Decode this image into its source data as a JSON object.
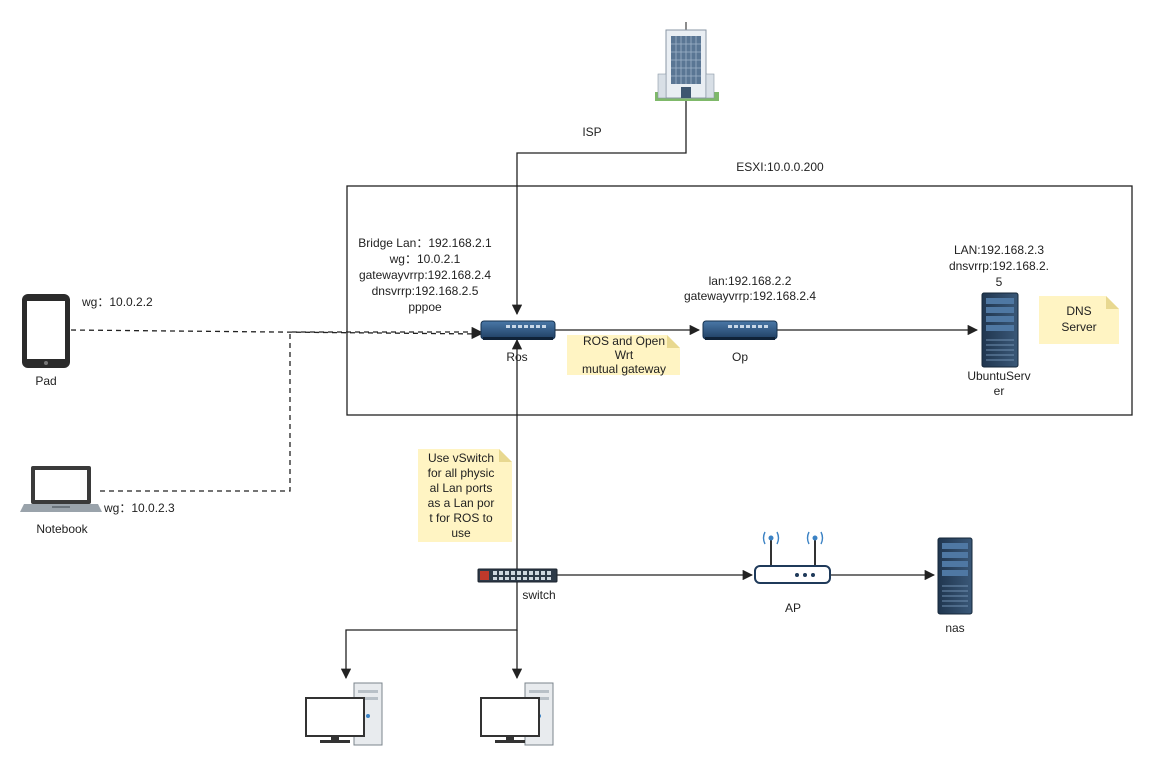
{
  "isp": {
    "label": "ISP"
  },
  "esxi": {
    "label": "ESXI:10.0.0.200"
  },
  "ros": {
    "label": "Ros",
    "info": [
      "Bridge Lan：192.168.2.1",
      "wg：10.0.2.1",
      "gatewayvrrp:192.168.2.4",
      "dnsvrrp:192.168.2.5",
      "pppoe"
    ]
  },
  "op": {
    "label": "Op",
    "info": [
      "lan:192.168.2.2",
      "gatewayvrrp:192.168.2.4"
    ]
  },
  "ubuntu": {
    "label": [
      "UbuntuServ",
      "er"
    ],
    "info": [
      "LAN:192.168.2.3",
      "dnsvrrp:192.168.2.",
      "5"
    ]
  },
  "pad": {
    "label": "Pad",
    "wg": "wg：10.0.2.2"
  },
  "notebook": {
    "label": "Notebook",
    "wg": "wg：10.0.2.3"
  },
  "switch": {
    "label": "switch"
  },
  "ap": {
    "label": "AP"
  },
  "nas": {
    "label": "nas"
  },
  "notes": {
    "dns": [
      "DNS",
      "Server"
    ],
    "gateway": [
      "ROS and Open",
      "Wrt",
      "mutual gateway"
    ],
    "vswitch": [
      "Use vSwitch",
      "for all physic",
      "al Lan ports",
      "as a Lan por",
      "t for ROS to",
      "use"
    ]
  },
  "colors": {
    "line": "#222222",
    "note": "#fff4c3",
    "device": "#1f4e78",
    "screen": "#3b6ea8"
  }
}
